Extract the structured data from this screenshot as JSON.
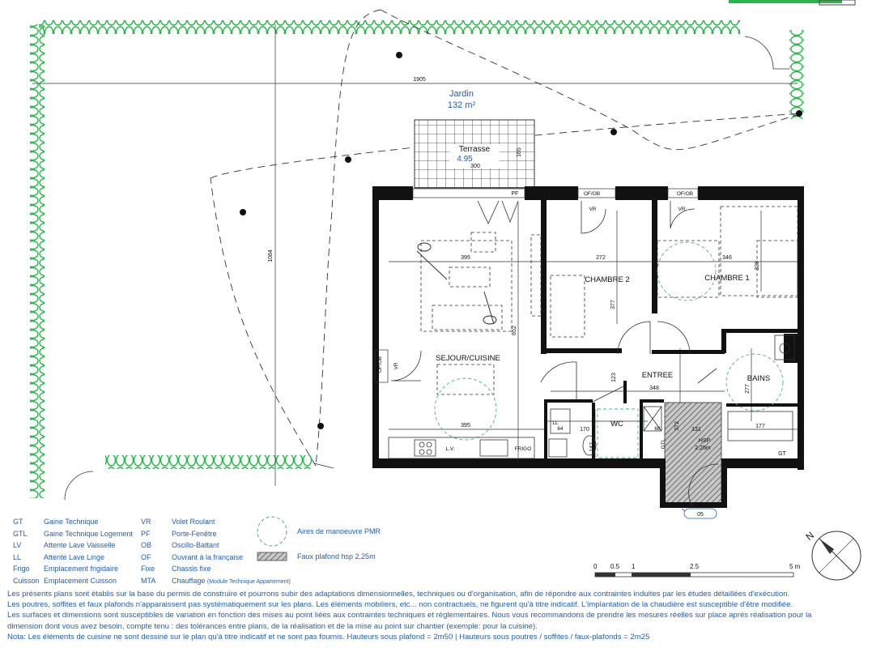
{
  "garden": {
    "name": "Jardin",
    "area": "132 m²",
    "width_dim": "1905",
    "height_dim": "1084"
  },
  "terrace": {
    "name": "Terrasse",
    "area": "4.95",
    "dim_w": "300",
    "dim_h": "165"
  },
  "rooms": {
    "sejour": {
      "name": "SEJOUR/CUISINE",
      "dim_a": "395",
      "dim_b": "395",
      "dim_c": "652"
    },
    "chambre2": {
      "name": "CHAMBRE 2",
      "dim_a": "272",
      "dim_b": "377"
    },
    "chambre1": {
      "name": "CHAMBRE 1",
      "dim_a": "346",
      "dim_b": "328"
    },
    "entree": {
      "name": "ENTREE",
      "dim_a": "348",
      "dim_b": "123"
    },
    "bains": {
      "name": "BAINS",
      "dim_a": "277",
      "dim_b": "177"
    },
    "wc": {
      "name": "WC",
      "dim_a": "170",
      "dim_b": "142"
    },
    "hsp": {
      "name": "HSP",
      "height": "2,25m",
      "dim_a": "131",
      "dim_b": "372"
    }
  },
  "plan_labels": {
    "pf": "PF",
    "ofob_left": "OF/OB",
    "ofob_ch2": "OF/OB",
    "ofob_ch1": "OF/OB",
    "vr_left": "VR",
    "vr_ch2": "VR",
    "vr_ch1": "VR",
    "lv": "L.V.",
    "frigo": "FRIGO",
    "ll": "LL",
    "gtl": "GTL",
    "gt": "GT",
    "dim_64": "64",
    "dim_68": "68",
    "door_num": "05"
  },
  "legend": {
    "codes": [
      {
        "code": "GT",
        "desc": "Gaine Technique"
      },
      {
        "code": "GTL",
        "desc": "Gaine Technique Logement"
      },
      {
        "code": "LV",
        "desc": "Attente Lave Vaisselle"
      },
      {
        "code": "LL",
        "desc": "Attente Lave Linge"
      },
      {
        "code": "Frigo",
        "desc": "Emplacement frigidaire"
      },
      {
        "code": "Cuisson",
        "desc": "Emplacement Cuisson"
      }
    ],
    "codes2": [
      {
        "code": "VR",
        "desc": "Volet Roulant"
      },
      {
        "code": "PF",
        "desc": "Porte-Fenêtre"
      },
      {
        "code": "OB",
        "desc": "Oscillo-Battant"
      },
      {
        "code": "OF",
        "desc": "Ouvrant à la française"
      },
      {
        "code": "Fixe",
        "desc": "Chassis fixe"
      },
      {
        "code": "MTA",
        "desc": "Chauffage",
        "extra": "(Module Technique Appartement)"
      }
    ],
    "pmr": "Aires de manoeuvre PMR",
    "faux_plafond": "Faux plafond hsp 2,25m"
  },
  "scale": {
    "ticks": [
      "0",
      "0.5",
      "1",
      "2.5",
      "5 m"
    ]
  },
  "compass": {
    "label": "N"
  },
  "notes": [
    "Les présents plans sont établis sur la base du permis de construire et pourrons subir des adaptations dimensionnelles, techniques ou d'organisation, afin de répondre aux contraintes induites par les études détaillées d'exécution.",
    "Les poutres, soffites et faux plafonds n'apparaissent pas systématiquement sur les plans. Les éléments mobiliers, etc... non contractuels, ne figurent qu'à titre indicatif. L'implantation de la chaudière est susceptible d'être modifiée.",
    "Les surfaces et dimensions sont susceptibles de variation en fonction des mises au point liées aux contraintes techniques et réglementaires. Nous vous recommandons de prendre les mesures réelles sur place après réalisation pour la",
    "dimension dont vous avez besoin, compte tenu : des tolérances entre plans, de la réalisation et de la mise au point sur chantier (exemple: pour la cuisine).",
    "Nota: Les éléments de cuisine ne sont dessiné sur le plan qu'à titre indicatif et ne sont pas fournis. Hauteurs sous plafond = 2m50 | Hauteurs sous poutres / soffites / faux-plafonds = 2m25"
  ]
}
